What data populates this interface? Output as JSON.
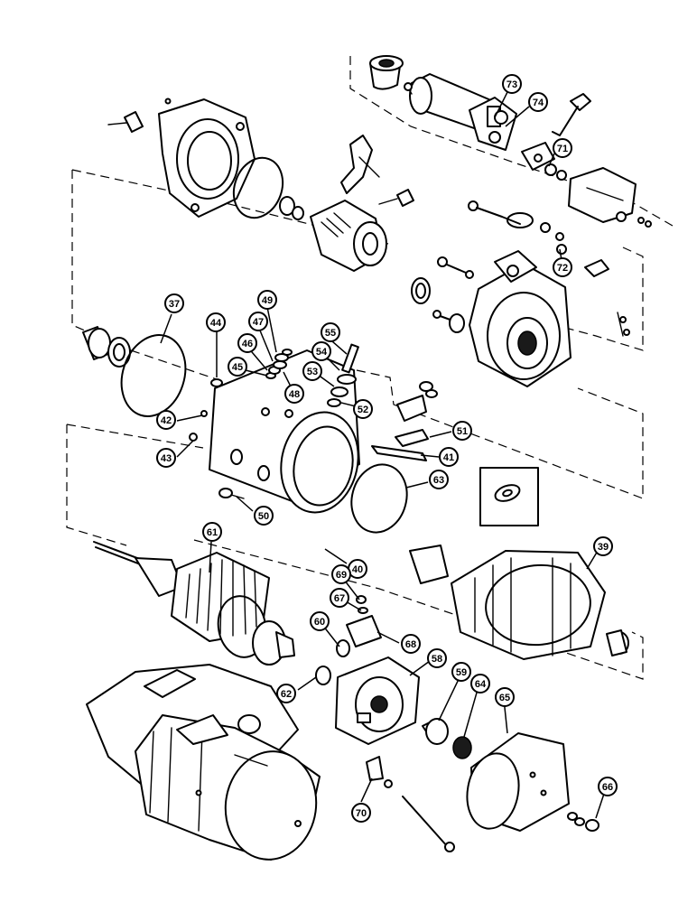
{
  "callouts": [
    {
      "id": "73",
      "label": "73"
    },
    {
      "id": "74",
      "label": "74"
    },
    {
      "id": "71",
      "label": "71"
    },
    {
      "id": "72",
      "label": "72"
    },
    {
      "id": "37",
      "label": "37"
    },
    {
      "id": "49",
      "label": "49"
    },
    {
      "id": "44",
      "label": "44"
    },
    {
      "id": "47",
      "label": "47"
    },
    {
      "id": "46",
      "label": "46"
    },
    {
      "id": "45",
      "label": "45"
    },
    {
      "id": "55",
      "label": "55"
    },
    {
      "id": "54",
      "label": "54"
    },
    {
      "id": "53",
      "label": "53"
    },
    {
      "id": "48",
      "label": "48"
    },
    {
      "id": "52",
      "label": "52"
    },
    {
      "id": "42",
      "label": "42"
    },
    {
      "id": "43",
      "label": "43"
    },
    {
      "id": "51",
      "label": "51"
    },
    {
      "id": "41",
      "label": "41"
    },
    {
      "id": "63",
      "label": "63"
    },
    {
      "id": "50",
      "label": "50"
    },
    {
      "id": "61",
      "label": "61"
    },
    {
      "id": "40",
      "label": "40"
    },
    {
      "id": "39",
      "label": "39"
    },
    {
      "id": "69",
      "label": "69"
    },
    {
      "id": "67",
      "label": "67"
    },
    {
      "id": "60",
      "label": "60"
    },
    {
      "id": "68",
      "label": "68"
    },
    {
      "id": "62",
      "label": "62"
    },
    {
      "id": "58",
      "label": "58"
    },
    {
      "id": "59",
      "label": "59"
    },
    {
      "id": "64",
      "label": "64"
    },
    {
      "id": "65",
      "label": "65"
    },
    {
      "id": "66",
      "label": "66"
    },
    {
      "id": "70",
      "label": "70"
    }
  ]
}
